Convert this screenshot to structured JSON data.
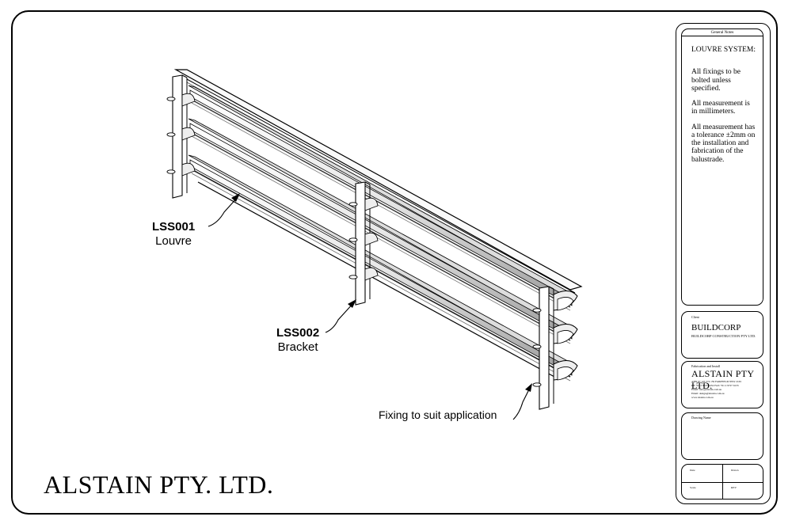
{
  "callouts": {
    "louvre": {
      "code": "LSS001",
      "name": "Louvre"
    },
    "bracket": {
      "code": "LSS002",
      "name": "Bracket"
    },
    "fixing": "Fixing to suit application"
  },
  "brand": "ALSTAIN PTY. LTD.",
  "title_block": {
    "general_notes_header": "General Notes",
    "notes": [
      "LOUVRE SYSTEM:",
      "All fixings to be bolted unless specified.",
      "All measurement is in millimeters.",
      "All measurement has a tolerance ±2mm on the installation and fabrication of the balustrade."
    ],
    "client_label": "Client",
    "client_name": "BUILDCORP",
    "client_sub": "BUILDCORP CONSTRUCTION PTY LTD.",
    "company_label": "Fabrication and Install",
    "company_name": "ALSTAIN PTY LTD.",
    "company_lines": [
      "ABN 67 125 574 159  FAIRFIELD NSW 2165",
      "PH +61 2 9725 5452 FAX +61 2 9727 6133",
      "Email: info@alstain.com.au",
      "Email: design@alstain.com.au",
      "www.alstain.com.au"
    ],
    "drawing_name_label": "Drawing Name",
    "date_label": "Date",
    "drawn_label": "Drawn",
    "scale_label": "Scale",
    "rev_label": "REV"
  }
}
